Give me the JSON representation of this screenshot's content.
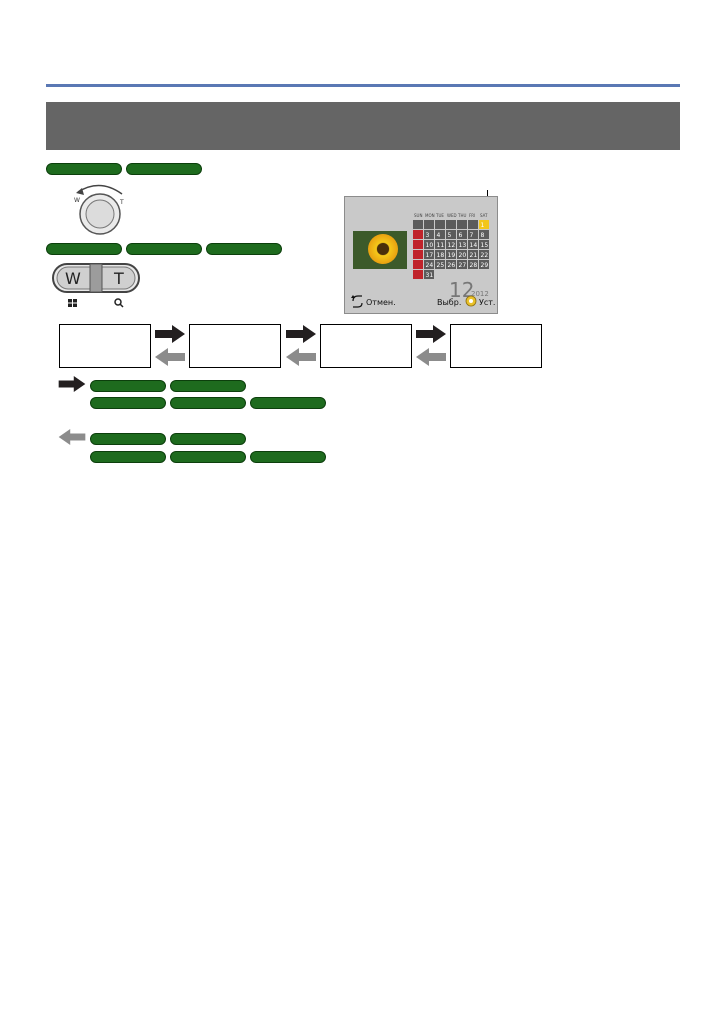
{
  "calendar": {
    "weekdays": [
      "SUN",
      "MON",
      "TUE",
      "WED",
      "THU",
      "FRI",
      "SAT"
    ],
    "days": [
      "3",
      "4",
      "5",
      "6",
      "7",
      "8",
      "10",
      "11",
      "12",
      "13",
      "14",
      "15",
      "17",
      "18",
      "19",
      "20",
      "21",
      "22",
      "24",
      "25",
      "26",
      "27",
      "28",
      "29",
      "31"
    ],
    "first_day_label": "1",
    "month": "12",
    "year": "2012",
    "cancel_label": "Отмен.",
    "select_label": "Выбр.",
    "set_label": "Уст."
  },
  "colors": {
    "banner": "#656565",
    "rule": "#5a78b4",
    "pill": "#1e6b1e",
    "forward_arrow": "#231f20",
    "back_arrow": "#8c8c8c",
    "highlight": "#f3c61a",
    "sunday": "#c0242b"
  },
  "icons": [
    "zoom-dial-icon",
    "zoom-lever-icon",
    "multi-playback-icon",
    "magnify-icon",
    "return-icon",
    "cursor-button-icon"
  ],
  "lever": {
    "wide_label": "W",
    "tele_label": "T"
  }
}
